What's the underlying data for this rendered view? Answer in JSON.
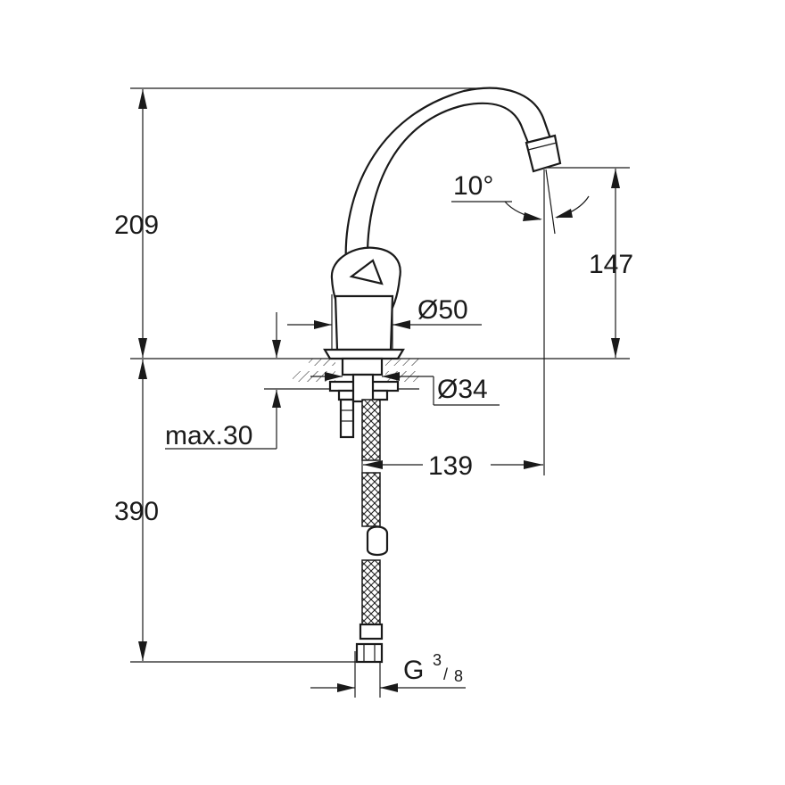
{
  "dimensions": {
    "height_upper": "209",
    "spout_height": "147",
    "height_lower": "390",
    "max_thickness": "max.30",
    "body_diameter": "Ø50",
    "hole_diameter": "Ø34",
    "reach": "139",
    "angle": "10°",
    "thread_prefix": "G",
    "thread_numerator": "3",
    "thread_denominator": "8"
  }
}
